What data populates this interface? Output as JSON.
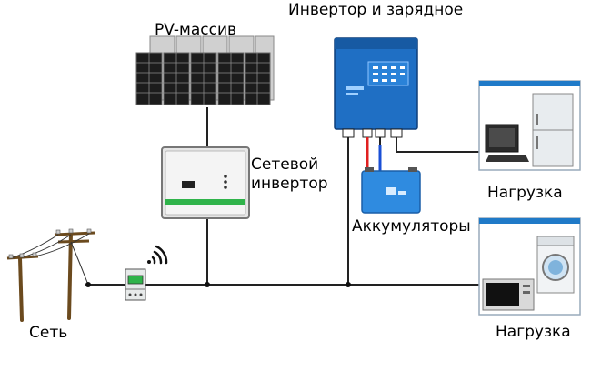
{
  "labels": {
    "pv_array": "PV-массив",
    "inverter_charger": "Инвертор и зарядное",
    "grid_inverter_line1": "Сетевой",
    "grid_inverter_line2": "инвертор",
    "batteries": "Аккумуляторы",
    "load_top": "Нагрузка",
    "load_bottom": "Нагрузка",
    "grid": "Сеть"
  },
  "colors": {
    "wire": "#222222",
    "inverter_blue": "#1f6fc4",
    "battery_blue": "#2f8be0",
    "dc_positive": "#e02020",
    "dc_negative": "#1a4fd6",
    "grid_inverter_stripe": "#2fb34a",
    "panel_dark": "#1c1c1c"
  },
  "icons": {
    "wifi": "wifi-icon",
    "meter": "energy-meter-icon",
    "pole": "utility-pole-icon"
  }
}
